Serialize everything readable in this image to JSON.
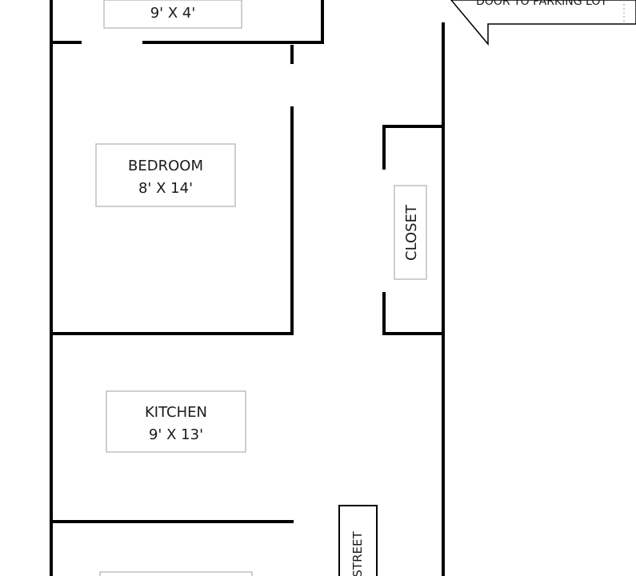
{
  "rooms": {
    "top": {
      "dimensions": "9' X 4'"
    },
    "bedroom": {
      "name": "BEDROOM",
      "dimensions": "8' X 14'"
    },
    "kitchen": {
      "name": "KITCHEN",
      "dimensions": "9' X 13'"
    },
    "closet": {
      "name": "CLOSET"
    }
  },
  "callouts": {
    "door_to_parking_lot": "DOOR TO PARKING LOT",
    "street_label": "STREET"
  }
}
